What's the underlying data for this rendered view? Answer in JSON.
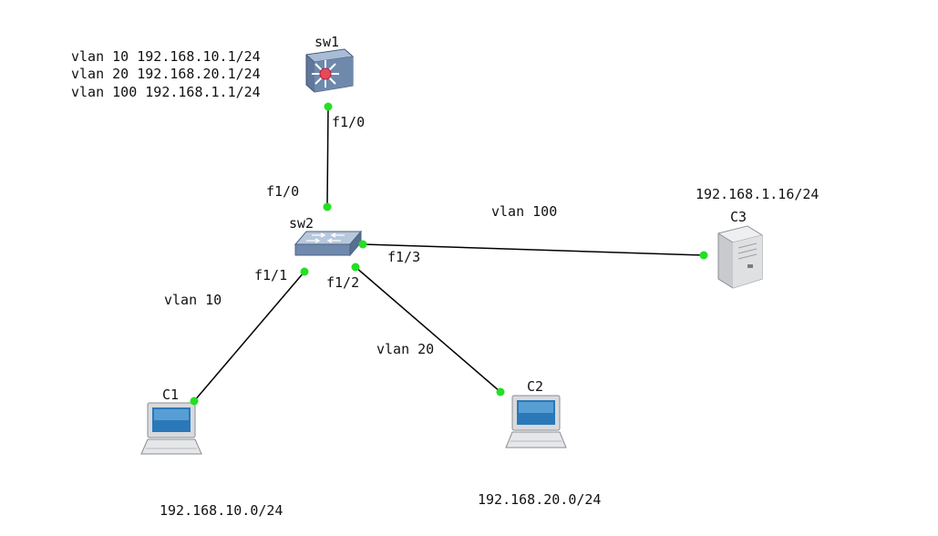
{
  "sw1_config": [
    "vlan 10 192.168.10.1/24",
    "vlan 20 192.168.20.1/24",
    "vlan 100 192.168.1.1/24"
  ],
  "nodes": {
    "sw1": {
      "label": "sw1",
      "icon": "multilayer-switch-icon"
    },
    "sw2": {
      "label": "sw2",
      "icon": "switch-icon"
    },
    "c1": {
      "label": "C1",
      "icon": "laptop-icon"
    },
    "c2": {
      "label": "C2",
      "icon": "laptop-icon"
    },
    "c3": {
      "label": "C3",
      "icon": "server-icon"
    }
  },
  "ports": {
    "sw1_f10": "f1/0",
    "sw2_f10": "f1/0",
    "sw2_f11": "f1/1",
    "sw2_f12": "f1/2",
    "sw2_f13": "f1/3"
  },
  "links": {
    "vlan10": "vlan 10",
    "vlan20": "vlan 20",
    "vlan100": "vlan 100"
  },
  "networks": {
    "c1": "192.168.10.0/24",
    "c2": "192.168.20.0/24",
    "c3": "192.168.1.16/24"
  },
  "colors": {
    "port_up": "#22e022",
    "link": "#000000",
    "switch_body": "#7a93b4",
    "router_accent": "#e8485a"
  }
}
